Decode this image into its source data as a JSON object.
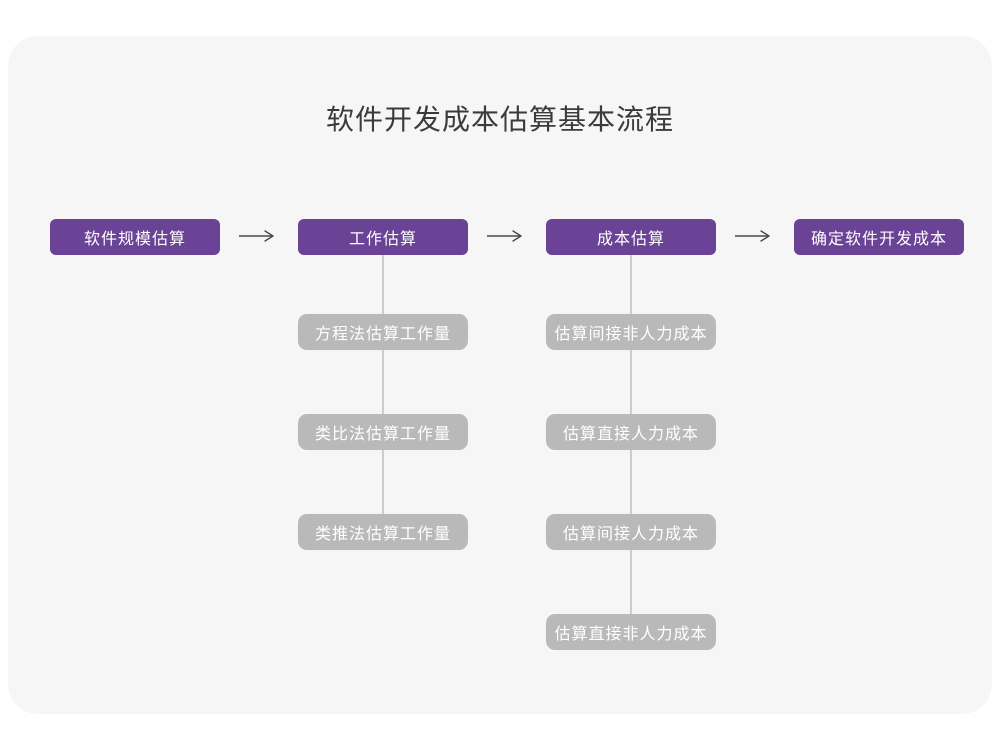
{
  "page": {
    "title": "软件开发成本估算基本流程"
  },
  "flow": {
    "main_steps": [
      {
        "label": "软件规模估算"
      },
      {
        "label": "工作估算"
      },
      {
        "label": "成本估算"
      },
      {
        "label": "确定软件开发成本"
      }
    ],
    "work_substeps": [
      {
        "label": "方程法估算工作量"
      },
      {
        "label": "类比法估算工作量"
      },
      {
        "label": "类推法估算工作量"
      }
    ],
    "cost_substeps": [
      {
        "label": "估算间接非人力成本"
      },
      {
        "label": "估算直接人力成本"
      },
      {
        "label": "估算间接人力成本"
      },
      {
        "label": "估算直接非人力成本"
      }
    ]
  },
  "colors": {
    "card_background": "#f6f6f6",
    "primary_node": "#6a4296",
    "secondary_node": "#b9b9b9",
    "connector": "#cccccc",
    "arrow": "#4a4a4a",
    "title_text": "#3b3b3b"
  }
}
